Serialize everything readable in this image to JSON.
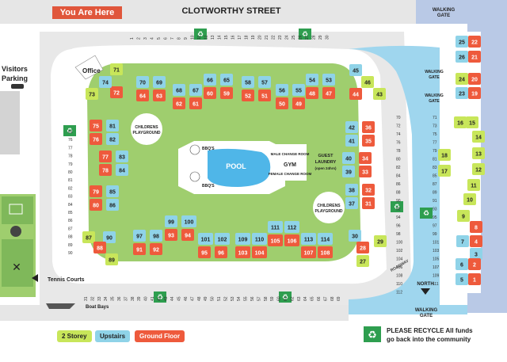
{
  "street": "CLOTWORTHY STREET",
  "you_are_here": "You Are Here",
  "visitors_parking": [
    "Visitors",
    "Parking"
  ],
  "office": "Office",
  "walking_gate_top": [
    "WALKING",
    "GATE"
  ],
  "walking_gate_right": [
    "WALKING",
    "GATE"
  ],
  "walking_gate_bottom": [
    "WALKING",
    "GATE"
  ],
  "north": "NORTH",
  "roadway": "ROADWAY",
  "tennis_courts": "Tennis Courts",
  "boat_bays": "Boat Bays",
  "pool": "POOL",
  "bbq_top": "BBQ'S",
  "bbq_bottom": "BBQ'S",
  "male_changeroom": "MALE\nCHANGE ROOM",
  "gym": "GYM",
  "female_changeroom": "FEMALE\nCHANGE ROOM",
  "guest_laundry": [
    "GUEST",
    "LAUNDRY",
    "(open 24hrs)"
  ],
  "playground_1": [
    "CHILDRENS",
    "PLAYGROUND"
  ],
  "playground_2": [
    "CHILDRENS",
    "PLAYGROUND"
  ],
  "legend": {
    "two_storey": "2 Storey",
    "upstairs": "Upstairs",
    "ground_floor": "Ground Floor"
  },
  "recycle_note": "PLEASE RECYCLE All funds go back into the community",
  "colors": {
    "two_storey": "#c8e65a",
    "upstairs": "#8fd3e8",
    "ground_floor": "#ee5a3c",
    "lawn": "#9fce6e",
    "water": "#9fd6ee",
    "road": "#e6e6e6"
  },
  "units": [
    {
      "id": "71",
      "type": "two_storey"
    },
    {
      "id": "72",
      "type": "ground_floor"
    },
    {
      "id": "73",
      "type": "two_storey"
    },
    {
      "id": "74",
      "type": "upstairs"
    },
    {
      "id": "70",
      "type": "upstairs"
    },
    {
      "id": "69",
      "type": "upstairs"
    },
    {
      "id": "64",
      "type": "ground_floor"
    },
    {
      "id": "63",
      "type": "ground_floor"
    },
    {
      "id": "68",
      "type": "upstairs"
    },
    {
      "id": "67",
      "type": "upstairs"
    },
    {
      "id": "62",
      "type": "ground_floor"
    },
    {
      "id": "61",
      "type": "ground_floor"
    },
    {
      "id": "66",
      "type": "upstairs"
    },
    {
      "id": "65",
      "type": "upstairs"
    },
    {
      "id": "60",
      "type": "ground_floor"
    },
    {
      "id": "59",
      "type": "ground_floor"
    },
    {
      "id": "58",
      "type": "upstairs"
    },
    {
      "id": "57",
      "type": "upstairs"
    },
    {
      "id": "52",
      "type": "ground_floor"
    },
    {
      "id": "51",
      "type": "ground_floor"
    },
    {
      "id": "56",
      "type": "upstairs"
    },
    {
      "id": "55",
      "type": "upstairs"
    },
    {
      "id": "50",
      "type": "ground_floor"
    },
    {
      "id": "49",
      "type": "ground_floor"
    },
    {
      "id": "54",
      "type": "upstairs"
    },
    {
      "id": "53",
      "type": "upstairs"
    },
    {
      "id": "48",
      "type": "ground_floor"
    },
    {
      "id": "47",
      "type": "ground_floor"
    },
    {
      "id": "45",
      "type": "upstairs"
    },
    {
      "id": "46",
      "type": "two_storey"
    },
    {
      "id": "44",
      "type": "ground_floor"
    },
    {
      "id": "43",
      "type": "two_storey"
    },
    {
      "id": "75",
      "type": "ground_floor"
    },
    {
      "id": "81",
      "type": "upstairs"
    },
    {
      "id": "76",
      "type": "ground_floor"
    },
    {
      "id": "82",
      "type": "upstairs"
    },
    {
      "id": "77",
      "type": "ground_floor"
    },
    {
      "id": "83",
      "type": "upstairs"
    },
    {
      "id": "78",
      "type": "ground_floor"
    },
    {
      "id": "84",
      "type": "upstairs"
    },
    {
      "id": "79",
      "type": "ground_floor"
    },
    {
      "id": "85",
      "type": "upstairs"
    },
    {
      "id": "80",
      "type": "ground_floor"
    },
    {
      "id": "86",
      "type": "upstairs"
    },
    {
      "id": "42",
      "type": "upstairs"
    },
    {
      "id": "36",
      "type": "ground_floor"
    },
    {
      "id": "41",
      "type": "upstairs"
    },
    {
      "id": "35",
      "type": "ground_floor"
    },
    {
      "id": "40",
      "type": "upstairs"
    },
    {
      "id": "34",
      "type": "ground_floor"
    },
    {
      "id": "39",
      "type": "upstairs"
    },
    {
      "id": "33",
      "type": "ground_floor"
    },
    {
      "id": "38",
      "type": "upstairs"
    },
    {
      "id": "32",
      "type": "ground_floor"
    },
    {
      "id": "37",
      "type": "upstairs"
    },
    {
      "id": "31",
      "type": "ground_floor"
    },
    {
      "id": "87",
      "type": "two_storey"
    },
    {
      "id": "90",
      "type": "upstairs"
    },
    {
      "id": "88",
      "type": "ground_floor"
    },
    {
      "id": "89",
      "type": "two_storey"
    },
    {
      "id": "99",
      "type": "upstairs"
    },
    {
      "id": "100",
      "type": "upstairs"
    },
    {
      "id": "97",
      "type": "upstairs"
    },
    {
      "id": "98",
      "type": "upstairs"
    },
    {
      "id": "93",
      "type": "ground_floor"
    },
    {
      "id": "94",
      "type": "ground_floor"
    },
    {
      "id": "91",
      "type": "ground_floor"
    },
    {
      "id": "92",
      "type": "ground_floor"
    },
    {
      "id": "101",
      "type": "upstairs"
    },
    {
      "id": "102",
      "type": "upstairs"
    },
    {
      "id": "95",
      "type": "ground_floor"
    },
    {
      "id": "96",
      "type": "ground_floor"
    },
    {
      "id": "111",
      "type": "upstairs"
    },
    {
      "id": "112",
      "type": "upstairs"
    },
    {
      "id": "105",
      "type": "ground_floor"
    },
    {
      "id": "106",
      "type": "ground_floor"
    },
    {
      "id": "109",
      "type": "upstairs"
    },
    {
      "id": "110",
      "type": "upstairs"
    },
    {
      "id": "103",
      "type": "ground_floor"
    },
    {
      "id": "104",
      "type": "ground_floor"
    },
    {
      "id": "113",
      "type": "upstairs"
    },
    {
      "id": "114",
      "type": "upstairs"
    },
    {
      "id": "107",
      "type": "ground_floor"
    },
    {
      "id": "108",
      "type": "ground_floor"
    },
    {
      "id": "30",
      "type": "upstairs"
    },
    {
      "id": "28",
      "type": "ground_floor"
    },
    {
      "id": "29",
      "type": "two_storey"
    },
    {
      "id": "27",
      "type": "two_storey"
    },
    {
      "id": "25",
      "type": "upstairs"
    },
    {
      "id": "22",
      "type": "ground_floor"
    },
    {
      "id": "26",
      "type": "upstairs"
    },
    {
      "id": "21",
      "type": "ground_floor"
    },
    {
      "id": "24",
      "type": "two_storey"
    },
    {
      "id": "20",
      "type": "ground_floor"
    },
    {
      "id": "23",
      "type": "upstairs"
    },
    {
      "id": "19",
      "type": "ground_floor"
    },
    {
      "id": "16",
      "type": "two_storey"
    },
    {
      "id": "15",
      "type": "two_storey"
    },
    {
      "id": "18",
      "type": "two_storey"
    },
    {
      "id": "17",
      "type": "two_storey"
    },
    {
      "id": "14",
      "type": "two_storey"
    },
    {
      "id": "13",
      "type": "two_storey"
    },
    {
      "id": "12",
      "type": "two_storey"
    },
    {
      "id": "11",
      "type": "two_storey"
    },
    {
      "id": "10",
      "type": "two_storey"
    },
    {
      "id": "9",
      "type": "two_storey"
    },
    {
      "id": "8",
      "type": "ground_floor"
    },
    {
      "id": "7",
      "type": "upstairs"
    },
    {
      "id": "4",
      "type": "ground_floor"
    },
    {
      "id": "3",
      "type": "upstairs"
    },
    {
      "id": "6",
      "type": "upstairs"
    },
    {
      "id": "2",
      "type": "ground_floor"
    },
    {
      "id": "5",
      "type": "upstairs"
    },
    {
      "id": "1",
      "type": "ground_floor"
    }
  ],
  "bays_left": [
    "81",
    "76",
    "77",
    "78",
    "79",
    "80",
    "81",
    "82",
    "83",
    "84",
    "85",
    "86",
    "87",
    "88",
    "89",
    "90"
  ],
  "bays_top": [
    "1",
    "2",
    "3",
    "4",
    "5",
    "6",
    "7",
    "8",
    "9",
    "10",
    "11",
    "12",
    "13",
    "14",
    "15",
    "16",
    "17",
    "18",
    "19",
    "20",
    "21",
    "22",
    "23",
    "24",
    "25",
    "26",
    "27",
    "28",
    "29",
    "30"
  ],
  "bays_bottom": [
    "31",
    "32",
    "33",
    "34",
    "35",
    "36",
    "37",
    "38",
    "39",
    "40",
    "41",
    "42",
    "43",
    "44",
    "45",
    "46",
    "47",
    "48",
    "49",
    "50",
    "51",
    "52",
    "53",
    "54",
    "55",
    "56",
    "57",
    "58",
    "59",
    "60",
    "61",
    "62",
    "63",
    "64",
    "65",
    "66",
    "67",
    "68",
    "69"
  ],
  "bays_right": [
    "70",
    "71",
    "72",
    "73",
    "74",
    "75",
    "76",
    "77",
    "78",
    "79",
    "80",
    "81",
    "82",
    "83",
    "84",
    "85",
    "86",
    "87",
    "88",
    "89",
    "90",
    "91",
    "92",
    "93",
    "94",
    "95",
    "96",
    "97",
    "98",
    "99",
    "100",
    "101",
    "102",
    "103",
    "104",
    "105",
    "106",
    "107",
    "108",
    "109",
    "110",
    "111",
    "112"
  ]
}
